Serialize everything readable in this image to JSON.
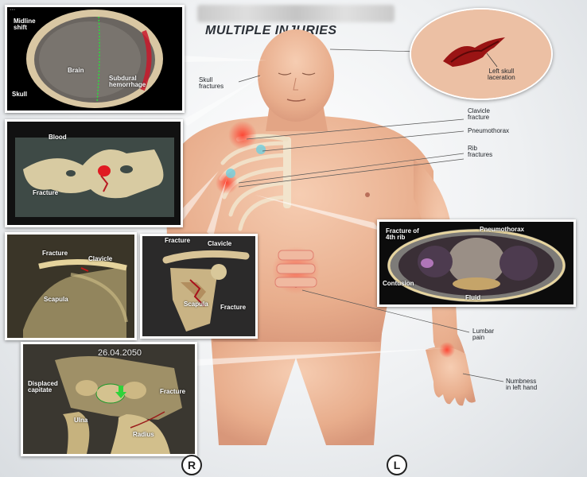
{
  "title": "MULTIPLE INJURIES",
  "labels": {
    "skull_fractures": "Skull\nfractures",
    "left_skull_laceration": "Left skull\nlaceration",
    "clavicle_fracture": "Clavicle\nfracture",
    "pneumothorax": "Pneumothorax",
    "rib_fractures": "Rib\nfractures",
    "lumbar_pain": "Lumbar\npain",
    "numbness": "Numbness\nin left hand"
  },
  "panels": {
    "brain_ct": {
      "midline_shift": "Midline\nshift",
      "brain": "Brain",
      "subdural": "Subdural\nhemorrhage",
      "skull": "Skull"
    },
    "skull_ct": {
      "blood": "Blood",
      "fracture": "Fracture"
    },
    "shoulder_xray": {
      "fracture": "Fracture",
      "clavicle": "Clavicle",
      "scapula": "Scapula"
    },
    "shoulder_3d": {
      "fracture_top": "Fracture",
      "clavicle": "Clavicle",
      "scapula": "Scapula",
      "fracture_bottom": "Fracture"
    },
    "chest_ct": {
      "fracture_4th_rib": "Fracture of\n4th rib",
      "pneumothorax": "Pneumothorax",
      "contusion": "Contusion",
      "fluid": "Fluid"
    },
    "wrist_3d": {
      "date": "26.04.2050",
      "displaced_capitate": "Displaced\ncapitate",
      "fracture": "Fracture",
      "ulna": "Ulna",
      "radius": "Radius"
    }
  },
  "sides": {
    "right": "R",
    "left": "L"
  }
}
